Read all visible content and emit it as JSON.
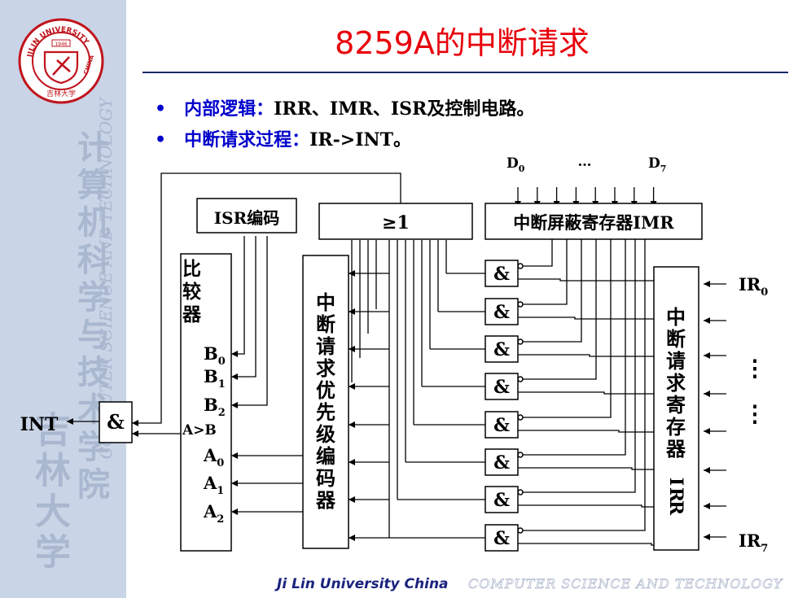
{
  "title": "8259A的中断请求",
  "bullets": [
    {
      "label": "内部逻辑：",
      "body": "IRR、IMR、ISR及控制电路。"
    },
    {
      "label": "中断请求过程：",
      "body": "IR->INT。"
    }
  ],
  "diagram": {
    "isr_code": "ISR编码",
    "or_gate": "≥1",
    "imr": "中断屏蔽寄存器IMR",
    "data_inputs": {
      "first": "D",
      "first_sub": "0",
      "ellipsis": "…",
      "last": "D",
      "last_sub": "7"
    },
    "comparator": {
      "title_chars": [
        "比",
        "较",
        "器"
      ],
      "inputs": [
        {
          "base": "B",
          "sub": "0"
        },
        {
          "base": "B",
          "sub": "1"
        },
        {
          "base": "B",
          "sub": "2"
        },
        {
          "base": "A>B",
          "sub": ""
        },
        {
          "base": "A",
          "sub": "0"
        },
        {
          "base": "A",
          "sub": "1"
        },
        {
          "base": "A",
          "sub": "2"
        }
      ]
    },
    "priority_encoder": "中断请求优先级编码器",
    "and_gate_label": "&",
    "irr": "中断请求寄存器IRR",
    "ir_first": {
      "base": "IR",
      "sub": "0"
    },
    "ir_last": {
      "base": "IR",
      "sub": "7"
    },
    "vertical_ellipsis": "⋮",
    "int_label": "INT",
    "int_gate": "&"
  },
  "footer": {
    "left": "Ji Lin University China",
    "right": "COMPUTER  SCIENCE  AND  TECHNOLOGY"
  },
  "sidebar": {
    "cn_line1": "吉林大学",
    "cn_line2": "计算机科学与技术学院",
    "en": "COMPUTER SCIENCE AND TECHNOLOGY"
  },
  "logo": {
    "top": "JILIN UNIVERSITY",
    "right": "CHINA",
    "year": "1946",
    "bottom": "吉林大学"
  },
  "colors": {
    "title": "#e8000b",
    "bullet": "#0000cc",
    "sidebar": "#c9d4e6"
  }
}
